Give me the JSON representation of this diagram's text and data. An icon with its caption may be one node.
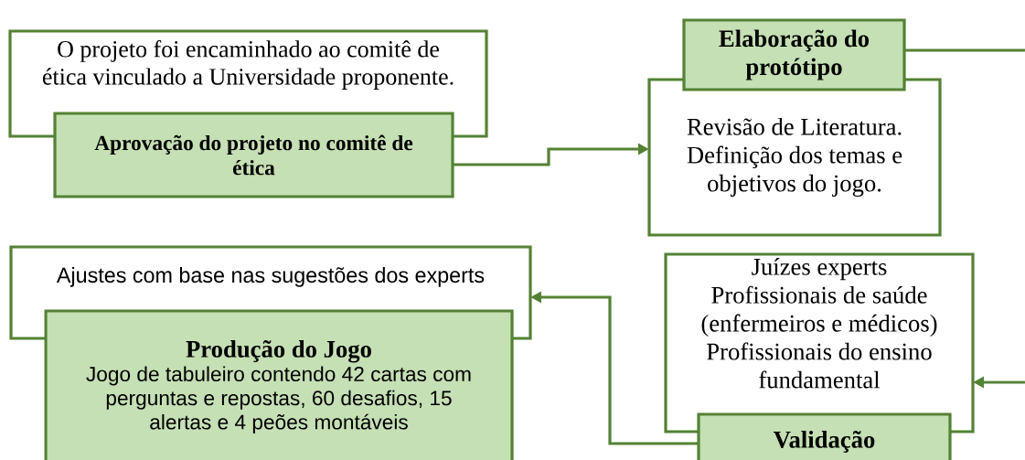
{
  "diagram": {
    "nodes": [
      {
        "text": [
          "O projeto foi encaminhado ao comitê de ética vinculado a Universidade proponente."
        ]
      },
      {
        "text": [
          "Aprovação do projeto no comitê de ética"
        ]
      },
      {
        "text": [
          "Elaboração do protótipo"
        ]
      },
      {
        "text": [
          "Revisão de Literatura. Definição dos temas e objetivos do jogo."
        ]
      },
      {
        "text": [
          "Ajustes com base nas sugestões dos experts"
        ]
      },
      {
        "text": [
          "Produção do Jogo",
          "Jogo de tabuleiro contendo 42 cartas com perguntas e repostas, 60 desafios, 15 alertas e 4 peões montáveis"
        ]
      },
      {
        "text": [
          "Juízes experts",
          "Profissionais de saúde (enfermeiros e médicos)",
          "Profissionais do ensino fundamental"
        ]
      },
      {
        "text": [
          "Validação"
        ]
      }
    ],
    "edges": [
      {
        "from": 1,
        "to": 3,
        "arrow": "to"
      },
      {
        "from": 2,
        "to": null,
        "arrow": "none"
      },
      {
        "from": null,
        "to": 6,
        "arrow": "to"
      },
      {
        "from": 7,
        "to": 4,
        "arrow": "to"
      }
    ]
  }
}
